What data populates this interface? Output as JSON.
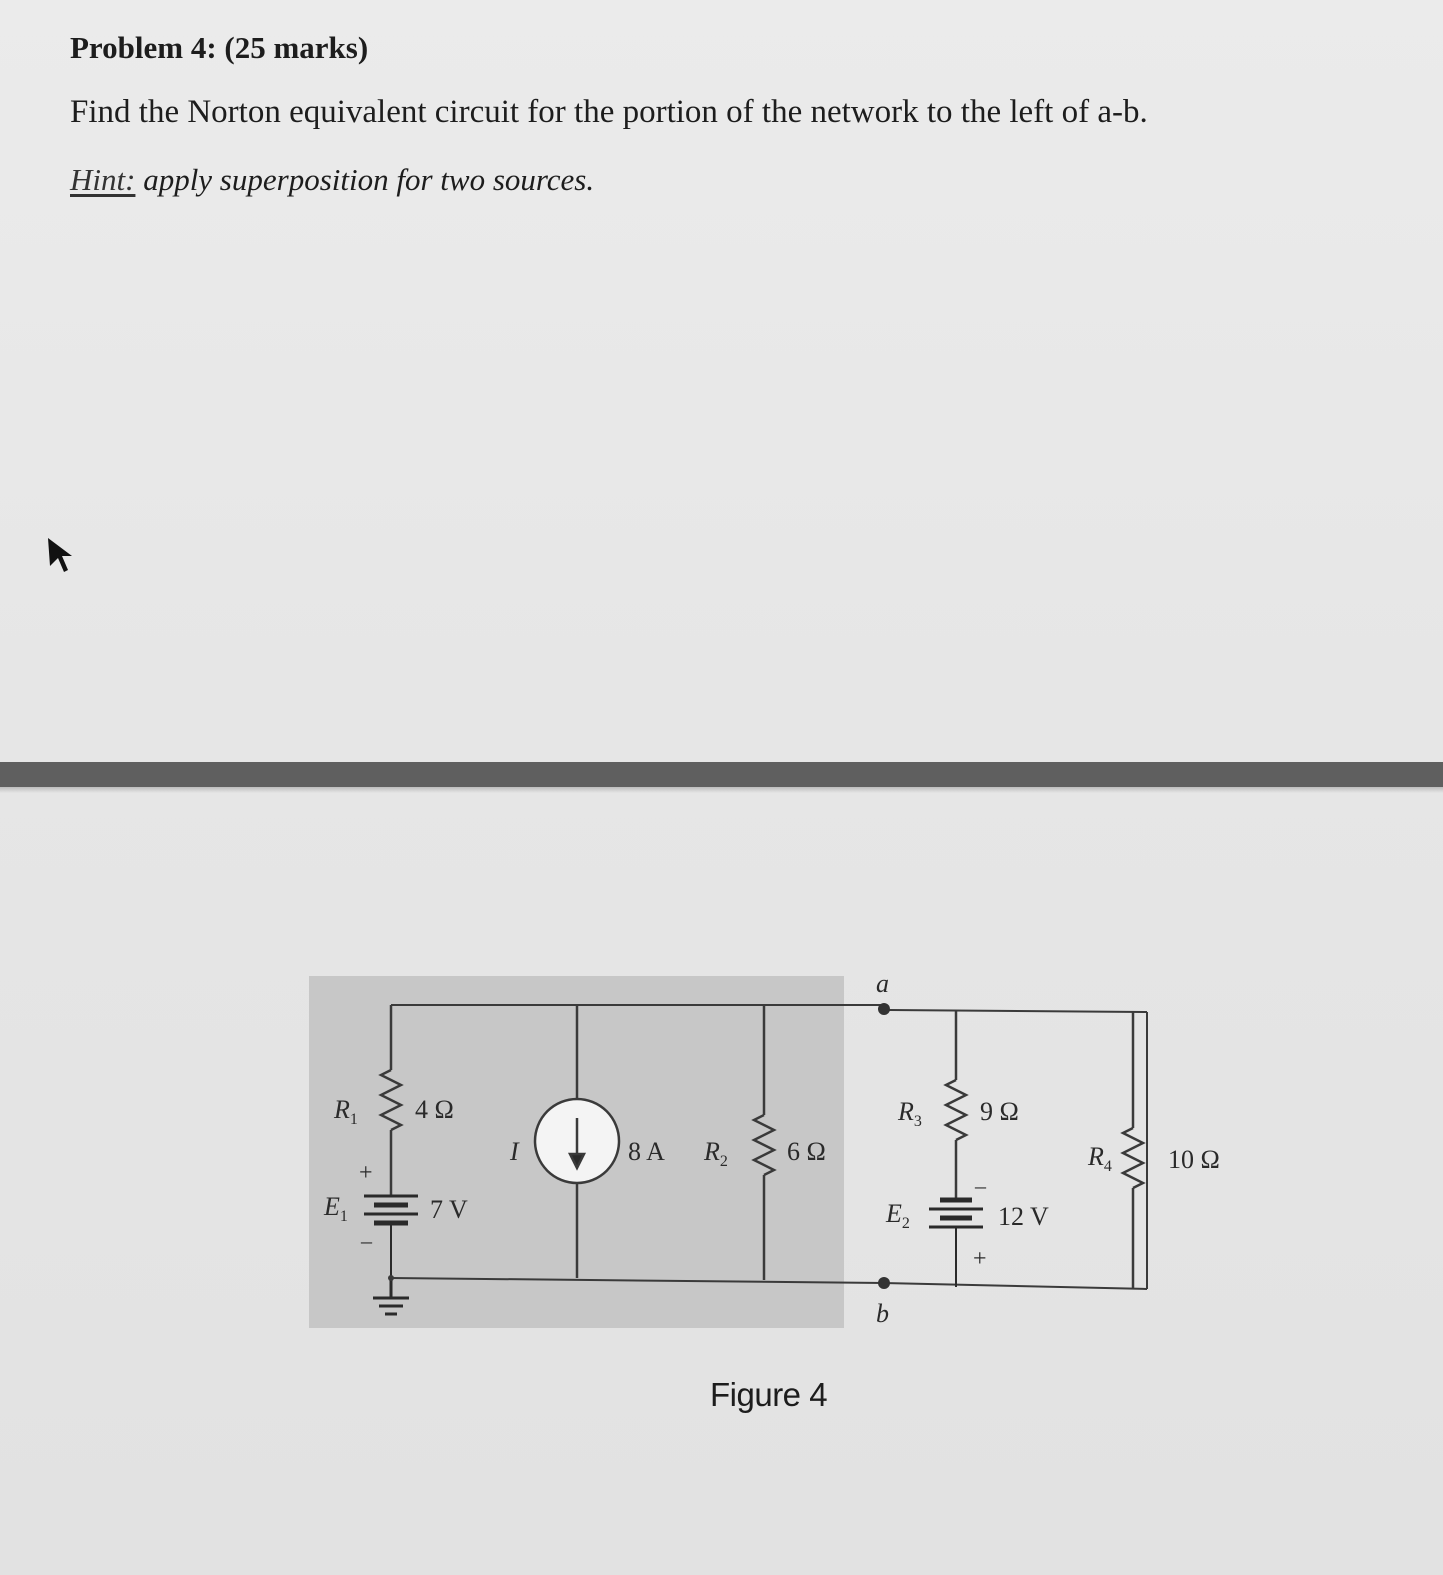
{
  "problem": {
    "title": "Problem 4: (25 marks)",
    "question": "Find the Norton equivalent circuit for the portion of the network to the left of a-b.",
    "hint_label": "Hint:",
    "hint_text": " apply superposition for two sources."
  },
  "figure": {
    "caption": "Figure 4",
    "terminals": {
      "a": "a",
      "b": "b"
    },
    "components": {
      "R1": {
        "name": "R",
        "sub": "1",
        "value": "4 Ω"
      },
      "E1": {
        "name": "E",
        "sub": "1",
        "value": "7 V",
        "plus": "+",
        "minus": "–"
      },
      "I": {
        "name": "I",
        "value": "8 A"
      },
      "R2": {
        "name": "R",
        "sub": "2",
        "value": "6 Ω"
      },
      "R3": {
        "name": "R",
        "sub": "3",
        "value": "9 Ω"
      },
      "E2": {
        "name": "E",
        "sub": "2",
        "value": "12 V",
        "plus": "+",
        "minus": "–"
      },
      "R4": {
        "name": "R",
        "sub": "4",
        "value": "10 Ω"
      }
    },
    "colors": {
      "shaded_region": "#c7c7c7",
      "wire": "#3a3a3a"
    }
  },
  "cursor": {
    "icon": "mouse-pointer-icon"
  }
}
